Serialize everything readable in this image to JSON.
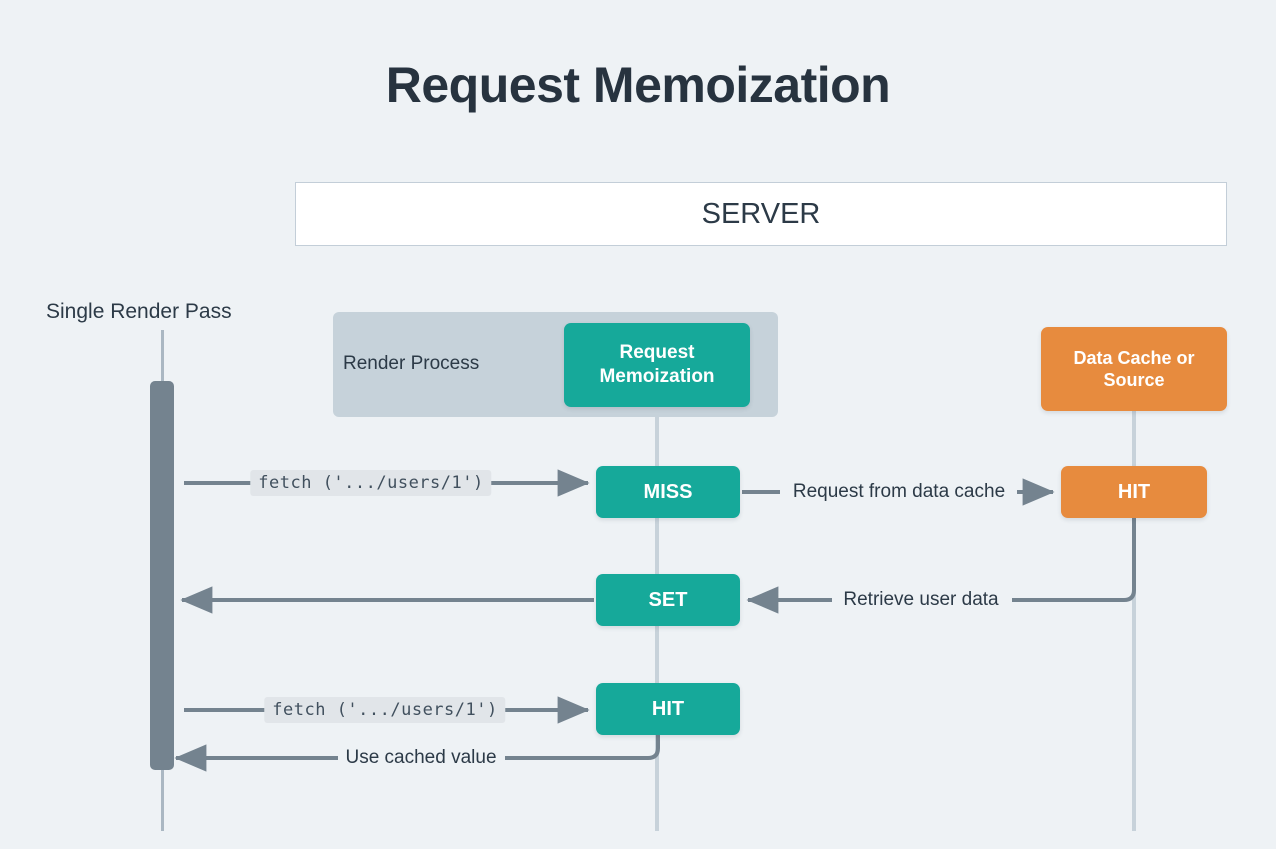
{
  "page": {
    "title": "Request Memoization",
    "background_color": "#eef2f5",
    "text_color": "#2c3a47"
  },
  "colors": {
    "teal": "#16a99a",
    "orange": "#e78b3e",
    "group_gray": "#c6d2da",
    "activation_gray": "#74838f",
    "lifeline": "#c7d2da",
    "arrow": "#74838f",
    "code_bg": "#e1e5e9"
  },
  "server": {
    "label": "SERVER"
  },
  "lifelines": {
    "render_pass_label": "Single Render Pass"
  },
  "groups": {
    "render_process": {
      "label": "Render Process"
    }
  },
  "nodes": {
    "memoization": {
      "label": "Request\nMemoization",
      "line1": "Request",
      "line2": "Memoization",
      "color": "#16a99a"
    },
    "data_cache": {
      "label": "Data Cache or\nSource",
      "line1": "Data Cache or",
      "line2": "Source",
      "color": "#e78b3e"
    },
    "miss": {
      "label": "MISS",
      "color": "#16a99a"
    },
    "hit_cache": {
      "label": "HIT",
      "color": "#e78b3e"
    },
    "set": {
      "label": "SET",
      "color": "#16a99a"
    },
    "hit_memo": {
      "label": "HIT",
      "color": "#16a99a"
    }
  },
  "edges": [
    {
      "id": "fetch-1",
      "label": "fetch ('.../users/1')",
      "style": "code",
      "direction": "right"
    },
    {
      "id": "request-data-cache",
      "label": "Request from data cache",
      "style": "text",
      "direction": "right"
    },
    {
      "id": "retrieve-user-data",
      "label": "Retrieve user data",
      "style": "text",
      "direction": "left"
    },
    {
      "id": "fetch-2",
      "label": "fetch ('.../users/1')",
      "style": "code",
      "direction": "right"
    },
    {
      "id": "use-cached-value",
      "label": "Use cached value",
      "style": "text",
      "direction": "left"
    }
  ]
}
